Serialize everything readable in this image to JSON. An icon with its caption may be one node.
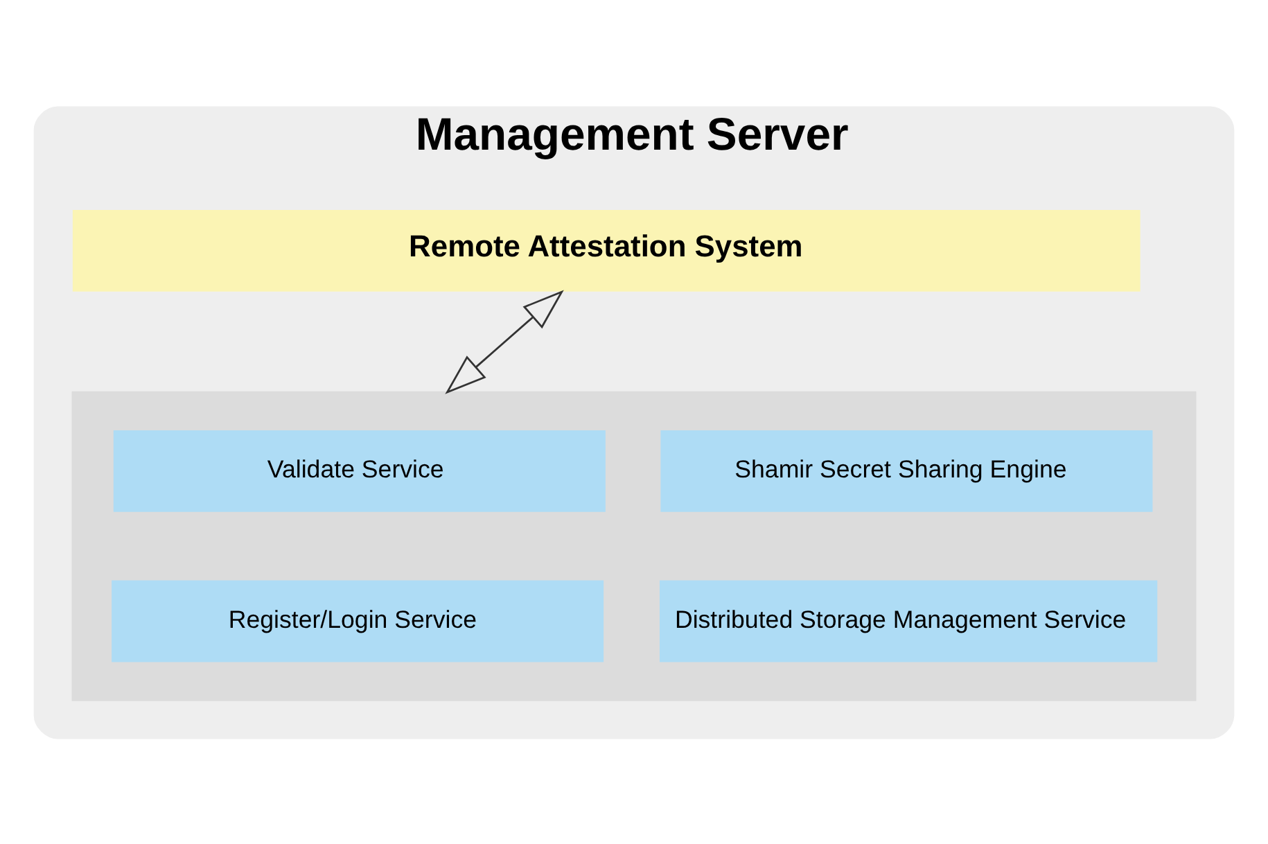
{
  "diagram": {
    "nodes": [
      {
        "text": [
          "Management Server"
        ]
      },
      {
        "text": [
          "Remote Attestation System"
        ],
        "in": 0
      },
      {
        "text": [],
        "shape": "box",
        "in": 0
      },
      {
        "text": [
          "Validate Service"
        ],
        "in": 2
      },
      {
        "text": [
          "Shamir Secret Sharing Engine"
        ],
        "in": 2
      },
      {
        "text": [
          "Register/Login Service"
        ],
        "in": 2
      },
      {
        "text": [
          "Distributed Storage Management Service"
        ],
        "in": 2
      }
    ],
    "edges": [
      {
        "from": 1,
        "to": 2,
        "arrow": "both"
      }
    ]
  }
}
